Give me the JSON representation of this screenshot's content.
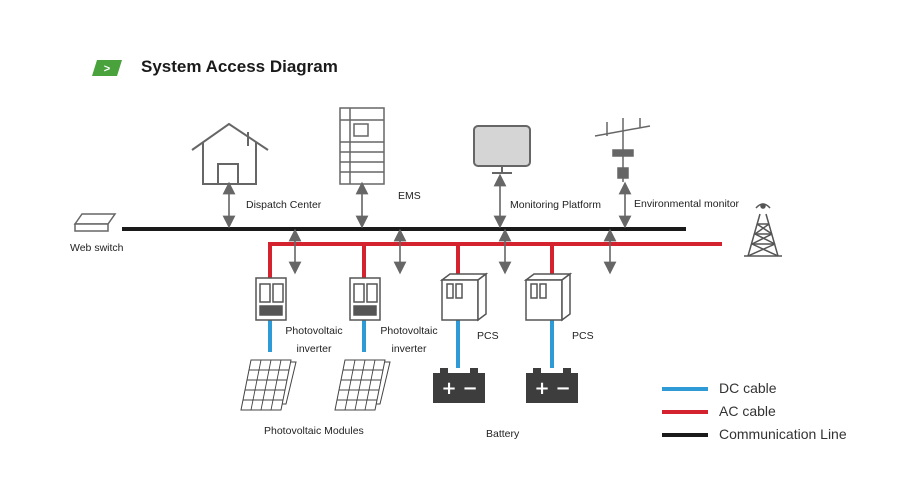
{
  "header": {
    "arrow_glyph": ">",
    "title": "System Access Diagram"
  },
  "nodes": {
    "dispatch_center": "Dispatch Center",
    "ems": "EMS",
    "monitoring_platform": "Monitoring Platform",
    "environmental_monitor": "Environmental monitor",
    "web_switch": "Web switch",
    "pv_inverter_1": {
      "line1": "Photovoltaic",
      "line2": "inverter"
    },
    "pv_inverter_2": {
      "line1": "Photovoltaic",
      "line2": "inverter"
    },
    "pcs_1": "PCS",
    "pcs_2": "PCS",
    "pv_modules": "Photovoltaic Modules",
    "battery": "Battery"
  },
  "legend": {
    "dc": {
      "label": "DC cable",
      "color": "#2e9bd6"
    },
    "ac": {
      "label": "AC cable",
      "color": "#d4232f"
    },
    "comm": {
      "label": "Communication Line",
      "color": "#1a1a1a"
    }
  },
  "colors": {
    "accent_green": "#4aa23d",
    "icon_gray": "#666666",
    "battery_dark": "#3d3d3d"
  }
}
